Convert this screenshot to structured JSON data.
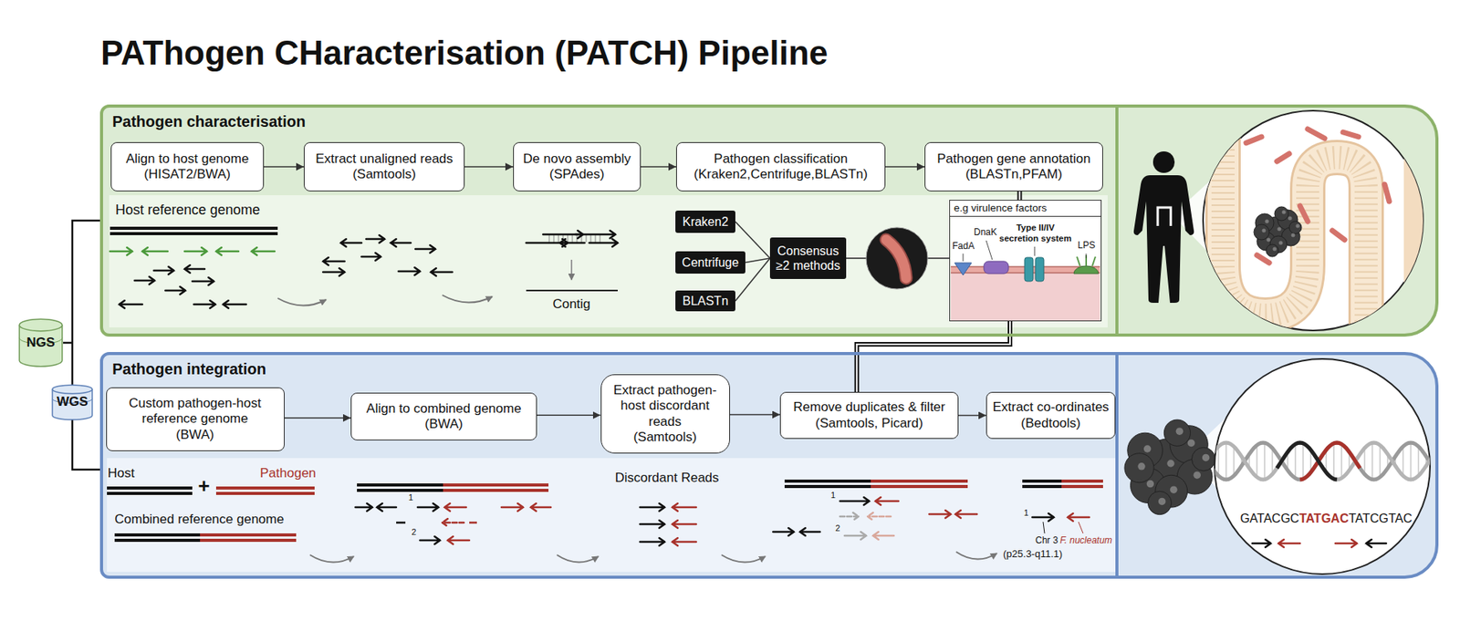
{
  "diagram": {
    "title": "PAThogen CHaracterisation (PATCH) Pipeline",
    "nodes": [
      {
        "text": [
          "Pathogen characterisation"
        ]
      },
      {
        "text": [
          "Align to host genome",
          "(HISAT2/BWA)"
        ],
        "in": 0
      },
      {
        "text": [
          "Extract unaligned reads",
          "(Samtools)"
        ],
        "in": 0
      },
      {
        "text": [
          "De novo assembly",
          "(SPAdes)"
        ],
        "in": 0
      },
      {
        "text": [
          "Pathogen classification",
          "(Kraken2,Centrifuge,BLASTn)"
        ],
        "in": 0
      },
      {
        "text": [
          "Pathogen gene annotation",
          "(BLASTn,PFAM)"
        ],
        "in": 0
      },
      {
        "text": [
          "Kraken2"
        ],
        "in": 0
      },
      {
        "text": [
          "Centrifuge"
        ],
        "in": 0
      },
      {
        "text": [
          "BLASTn"
        ],
        "in": 0
      },
      {
        "text": [
          "Consensus ≥2 methods"
        ],
        "in": 0
      },
      {
        "text": [
          "e.g virulence factors"
        ],
        "in": 0
      },
      {
        "text": [
          "Pathogen integration"
        ]
      },
      {
        "text": [
          "Custom pathogen-host reference genome",
          "(BWA)"
        ],
        "in": 11
      },
      {
        "text": [
          "Align to combined genome",
          "(BWA)"
        ],
        "in": 11
      },
      {
        "text": [
          "Extract pathogen-host discordant reads",
          "(Samtools)"
        ],
        "in": 11
      },
      {
        "text": [
          "Remove duplicates & filter",
          "(Samtools, Picard)"
        ],
        "in": 11
      },
      {
        "text": [
          "Extract co-ordinates",
          "(Bedtools)"
        ],
        "in": 11
      },
      {
        "text": [
          "NGS"
        ]
      },
      {
        "text": [
          "WGS"
        ]
      }
    ],
    "edges": [
      {
        "from": 1,
        "to": 2,
        "arrow": "to"
      },
      {
        "from": 2,
        "to": 3,
        "arrow": "to"
      },
      {
        "from": 3,
        "to": 4,
        "arrow": "to"
      },
      {
        "from": 4,
        "to": 5,
        "arrow": "to"
      },
      {
        "from": 5,
        "to": 10,
        "arrow": "none"
      },
      {
        "from": 6,
        "to": 9,
        "arrow": "none"
      },
      {
        "from": 7,
        "to": 9,
        "arrow": "none"
      },
      {
        "from": 8,
        "to": 9,
        "arrow": "none"
      },
      {
        "from": 10,
        "to": 15,
        "arrow": "none"
      },
      {
        "from": 12,
        "to": 13,
        "arrow": "to"
      },
      {
        "from": 13,
        "to": 14,
        "arrow": "to"
      },
      {
        "from": 14,
        "to": 15,
        "arrow": "to"
      },
      {
        "from": 15,
        "to": 16,
        "arrow": "to"
      }
    ],
    "labels": [
      "Host reference genome",
      "Contig",
      "FadA",
      "DnaK",
      "Type II/IV secretion system",
      "LPS",
      "Host",
      "+",
      "Pathogen",
      "Combined reference genome",
      "1",
      "2",
      "Discordant Reads",
      "1",
      "2",
      "1",
      "Chr 3",
      "F. nucleatum",
      "(p25.3-q11.1)",
      "GATACGC",
      "TATGAC",
      "TATCGTAC"
    ]
  }
}
